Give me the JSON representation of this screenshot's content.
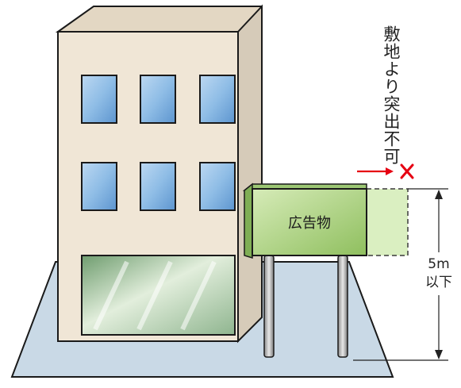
{
  "annotation": {
    "restriction_text": "敷地より突出不可"
  },
  "sign": {
    "label": "広告物"
  },
  "height_limit": {
    "value": "5m",
    "qualifier": "以下"
  },
  "colors": {
    "ground": "#c9d9e6",
    "building_front": "#f0e6d6",
    "building_side": "#d6cbb9",
    "window_blue": "#7fb0de",
    "sign_green": "#b8d98f",
    "arrow_red": "#e60012",
    "outline": "#1a1a1a"
  }
}
